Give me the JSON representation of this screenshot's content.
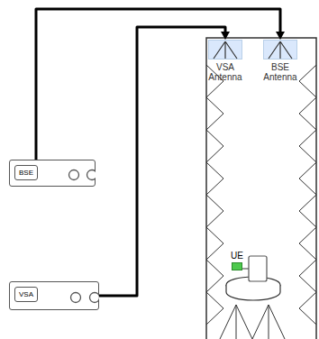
{
  "diagram": {
    "nodes": [
      {
        "text": [
          "VSA Antenna"
        ]
      },
      {
        "text": [
          "BSE Antenna"
        ]
      },
      {
        "text": [
          "BSE"
        ]
      },
      {
        "text": [
          "VSA"
        ]
      },
      {
        "text": [
          "UE"
        ]
      }
    ],
    "edges": [
      {
        "from": 2,
        "to": 1,
        "arrow": "to"
      },
      {
        "from": 3,
        "to": 0,
        "arrow": "to"
      }
    ]
  }
}
